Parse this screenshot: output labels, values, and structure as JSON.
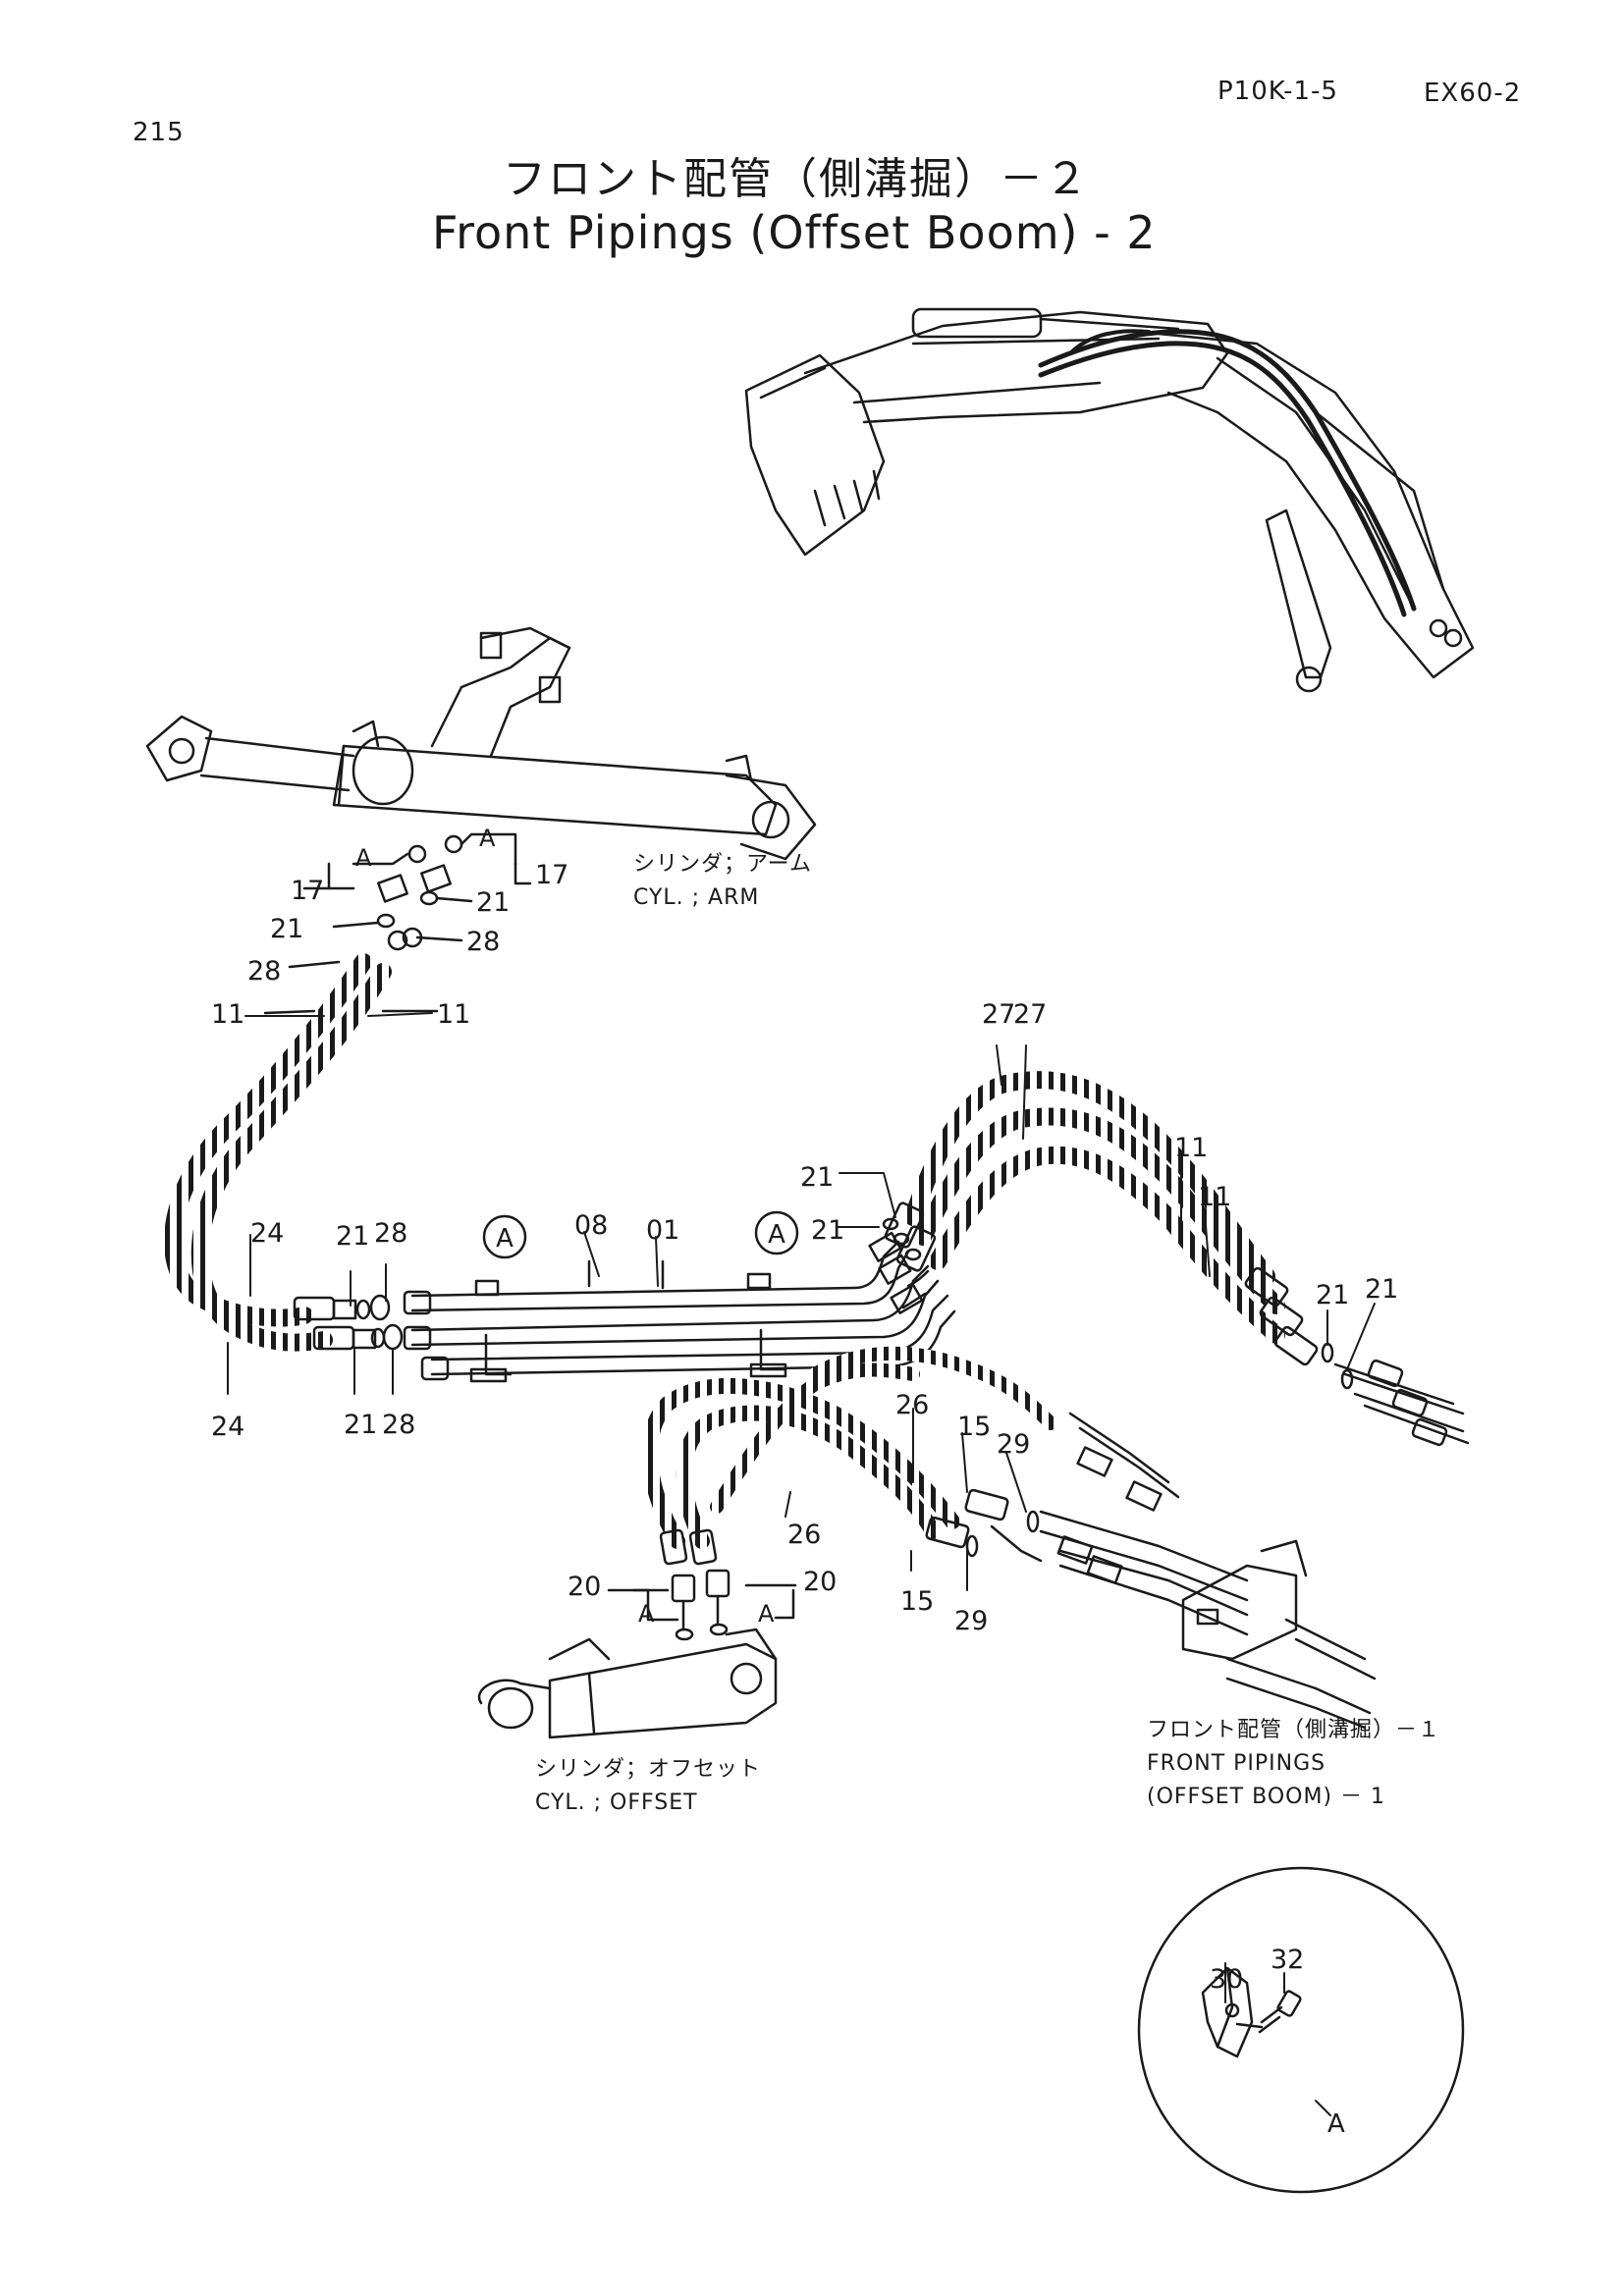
{
  "header": {
    "page_number": "215",
    "part_code": "P10K-1-5",
    "model": "EX60-2"
  },
  "title": {
    "japanese": "フロント配管（側溝掘）－２",
    "english": "Front Pipings (Offset Boom) - 2"
  },
  "captions": {
    "arm_cylinder_jp": "シリンダ；アーム",
    "arm_cylinder_en": "CYL. ; ARM",
    "offset_cylinder_jp": "シリンダ；オフセット",
    "offset_cylinder_en": "CYL. ; OFFSET",
    "front_piping1_jp": "フロント配管（側溝掘）－１",
    "front_piping1_en_line1": "FRONT PIPINGS",
    "front_piping1_en_line2": "(OFFSET BOOM) － 1"
  },
  "detail_markers": {
    "a": "A"
  },
  "part_numbers": {
    "p01": "01",
    "p08": "08",
    "p11": "11",
    "p15": "15",
    "p17": "17",
    "p20": "20",
    "p21": "21",
    "p24": "24",
    "p26": "26",
    "p27": "27",
    "p28": "28",
    "p29": "29",
    "p30": "30",
    "p32": "32"
  }
}
